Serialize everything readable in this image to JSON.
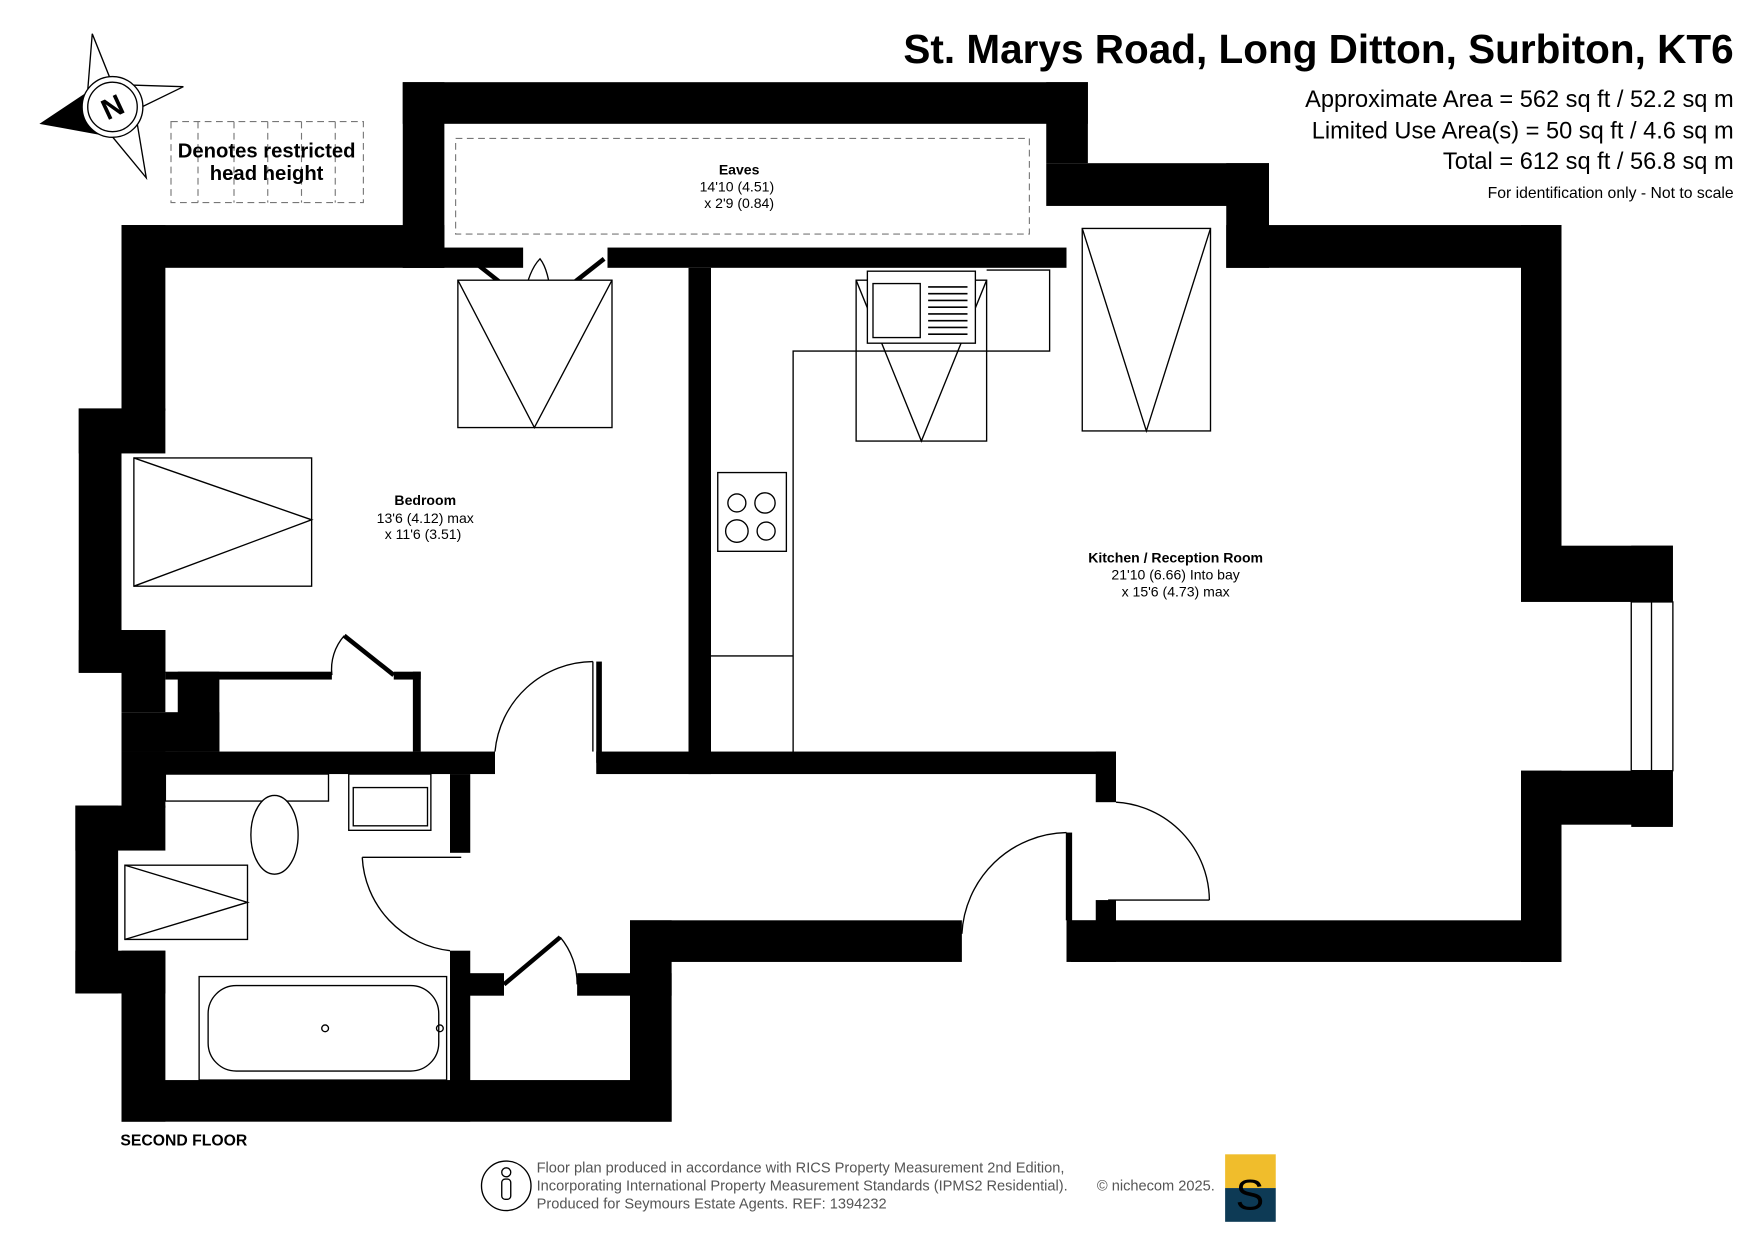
{
  "header": {
    "title": "St. Marys Road, Long Ditton, Surbiton, KT6",
    "approx_area": "Approximate Area = 562 sq ft / 52.2 sq m",
    "limited_use": "Limited Use Area(s) = 50 sq ft / 4.6 sq m",
    "total": "Total = 612 sq ft / 56.8 sq m",
    "disclaimer": "For identification only - Not to scale"
  },
  "compass": {
    "label": "N"
  },
  "legend": {
    "line1": "Denotes restricted",
    "line2": "head height"
  },
  "rooms": {
    "eaves": {
      "name": "Eaves",
      "dim1": "14'10 (4.51)",
      "dim2": "x 2'9 (0.84)"
    },
    "bedroom": {
      "name": "Bedroom",
      "dim1": "13'6 (4.12) max",
      "dim2": "x 11'6 (3.51)"
    },
    "kitchen": {
      "name": "Kitchen / Reception Room",
      "dim1": "21'10 (6.66) Into bay",
      "dim2": "x 15'6 (4.73) max"
    }
  },
  "floor_label": "SECOND FLOOR",
  "footer": {
    "line1": "Floor plan produced in accordance with RICS Property Measurement 2nd Edition,",
    "line2": "Incorporating International Property Measurement Standards (IPMS2 Residential).",
    "copyright": "© nichecom 2025.",
    "line3": "Produced for Seymours Estate Agents.   REF: 1394232",
    "logo_letter": "S",
    "logo_colors": {
      "top": "#f0bd2c",
      "bottom": "#0d3a55"
    }
  }
}
